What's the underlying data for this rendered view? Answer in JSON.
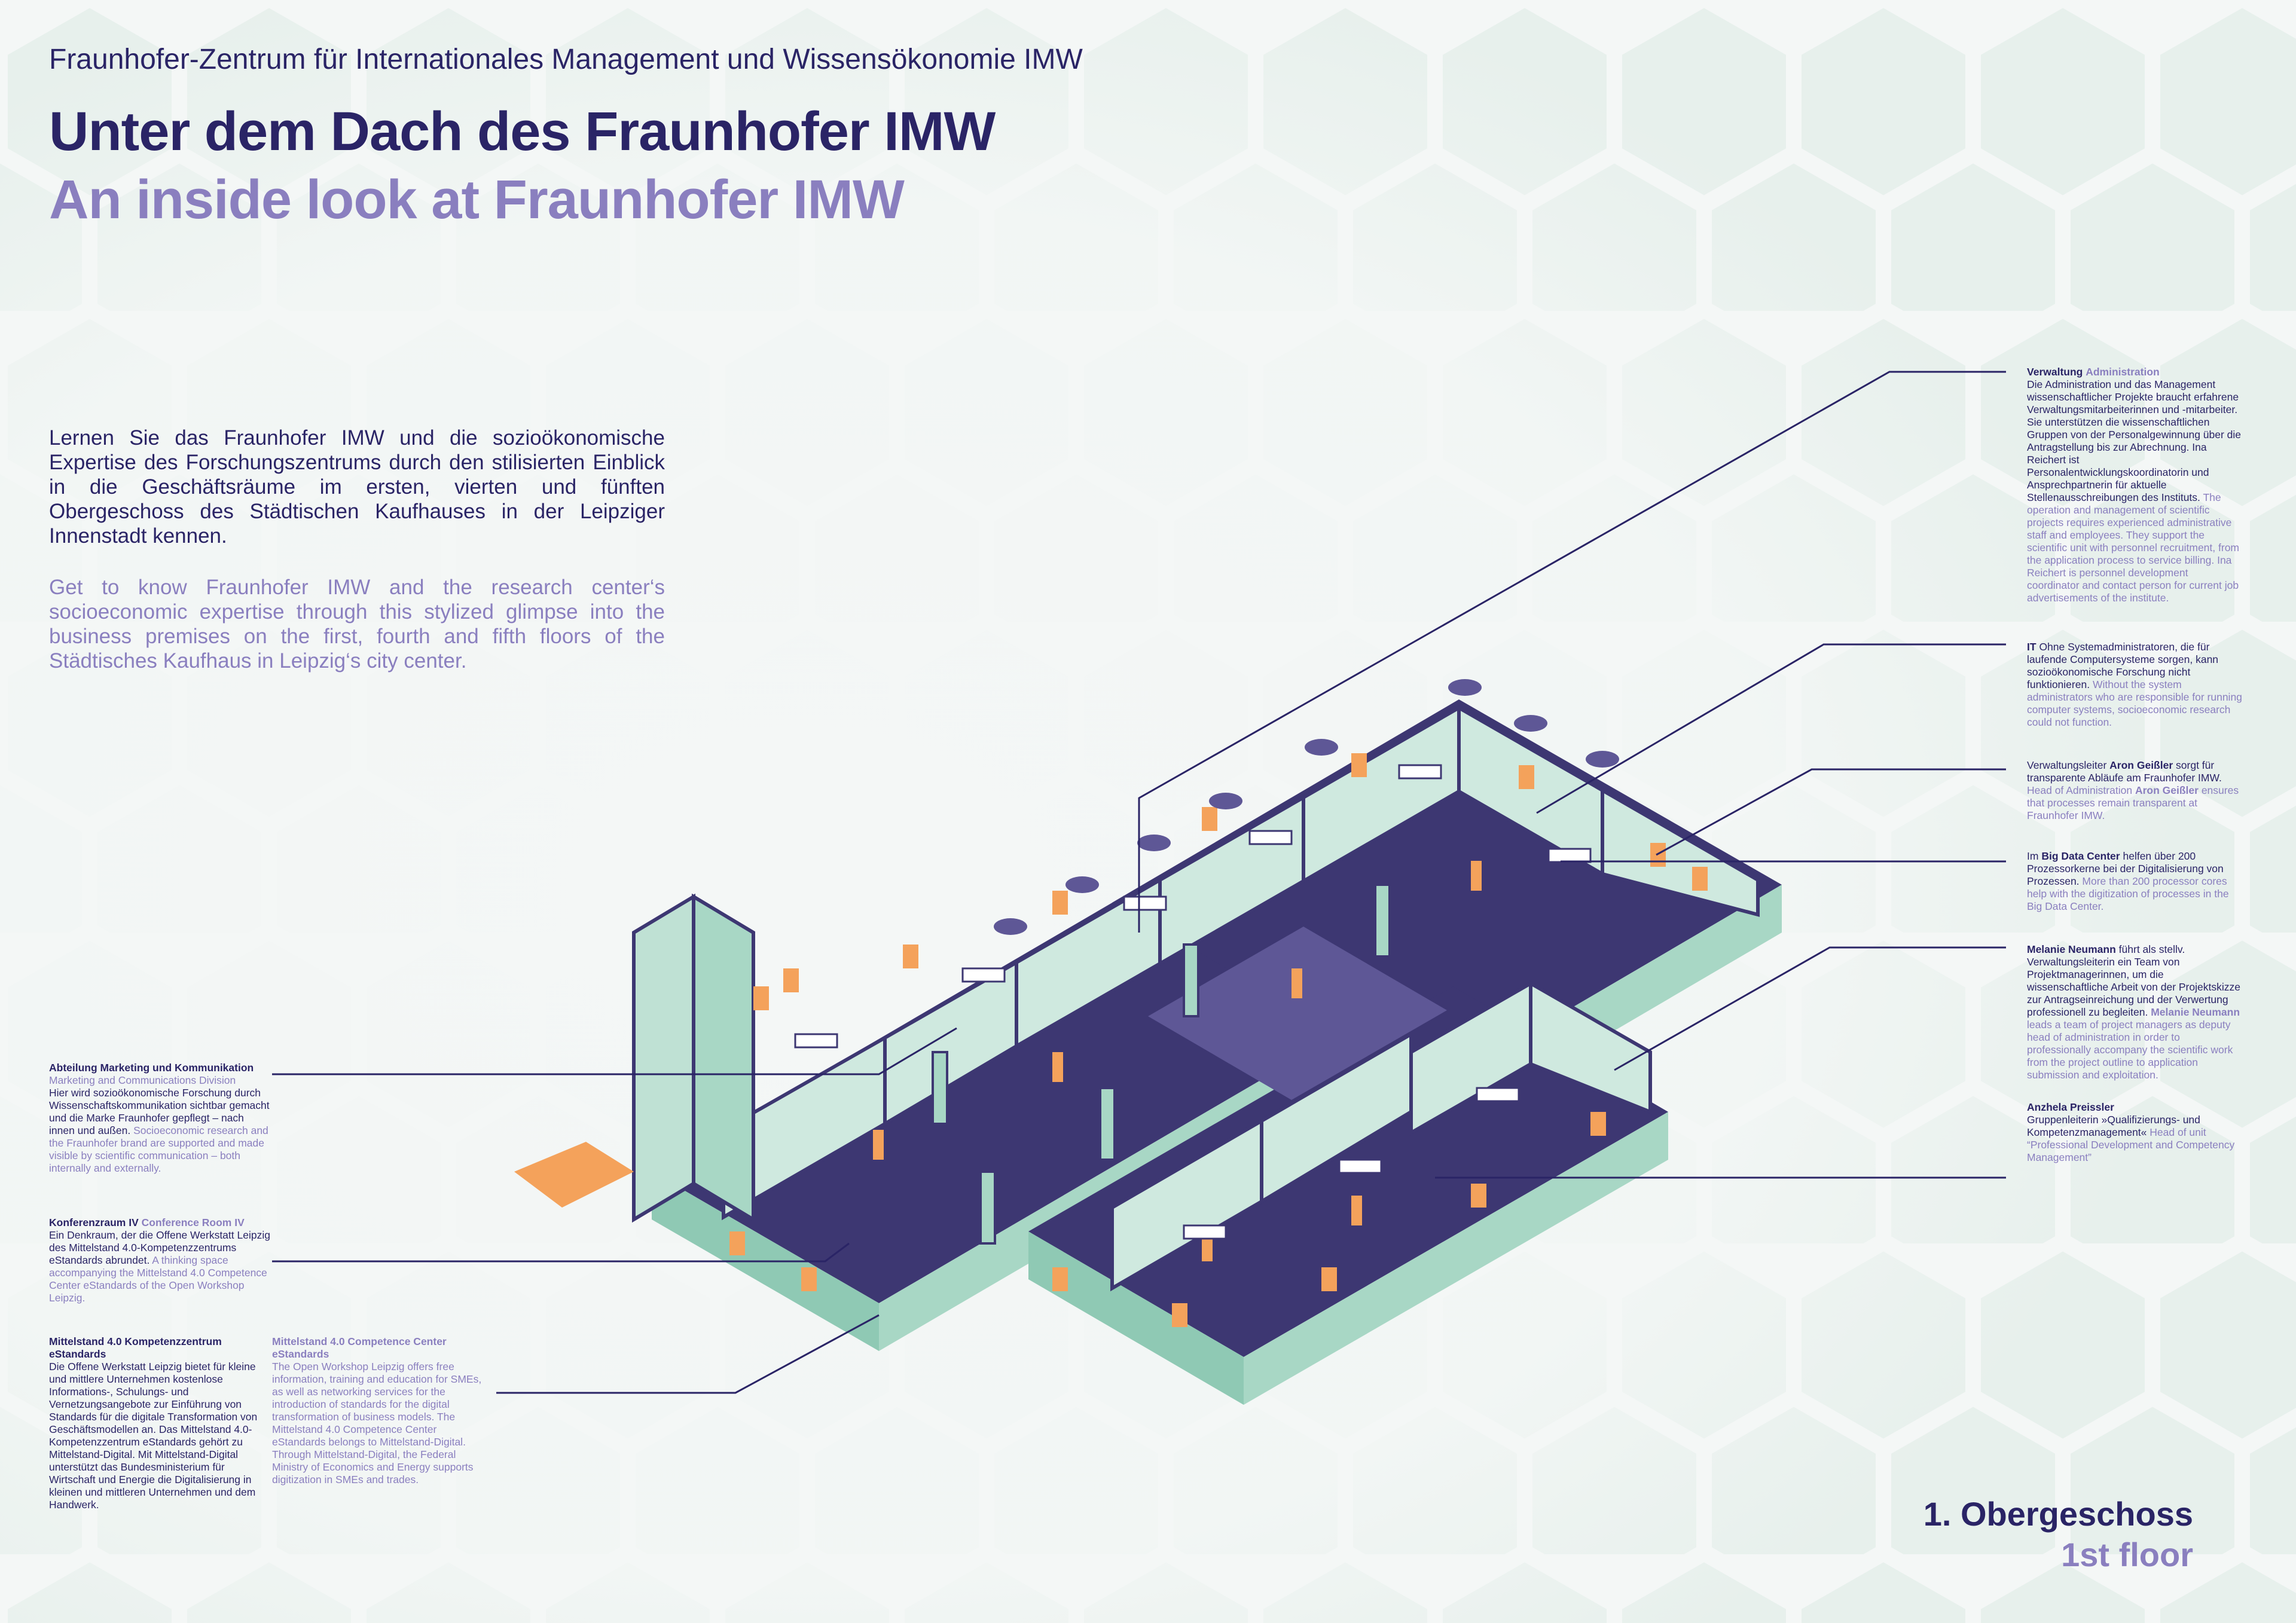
{
  "header": {
    "subtitle": "Fraunhofer-Zentrum für Internationales Management und Wissensökonomie IMW",
    "title_de": "Unter dem Dach des Fraunhofer IMW",
    "title_en": "An inside look at Fraunhofer IMW"
  },
  "intro": {
    "de": "Lernen Sie das Fraunhofer IMW und die sozioökonomische Expertise des Forschungszentrums durch den stilisierten Einblick in die Geschäftsräume im ersten, vierten und fünften Obergeschoss des Städtischen Kaufhauses in der Leipziger Innenstadt kennen.",
    "en": "Get to know Fraunhofer IMW and the research center‘s socioeconomic expertise through this stylized glimpse into the business premises on the first, fourth and fifth floors of the Städtisches Kaufhaus in Leipzig‘s city center."
  },
  "callouts": {
    "verwaltung": {
      "title": "Verwaltung",
      "title_en": "Administration",
      "de": "Die Administration und das Management wissenschaftlicher Projekte braucht erfahrene Verwaltungsmitarbeiterinnen und -mitarbeiter. Sie unterstützen die wissenschaftlichen Gruppen von der Personalgewinnung über die Antragstellung bis zur Abrechnung. Ina Reichert ist Personalentwicklungskoordinatorin und Ansprechpartnerin für aktuelle Stellenausschreibungen des Instituts.",
      "en": "The operation and management of scientific projects requires experienced administrative staff and employees. They support the scientific unit with personnel recruitment, from the application process to service billing. Ina Reichert is personnel development coordinator and contact person for current job advertisements of the institute."
    },
    "it": {
      "title": "IT",
      "de": "Ohne Systemadministratoren, die für laufende Computersysteme sorgen, kann sozioökonomische Forschung nicht funktionieren.",
      "en": "Without the system administrators who are responsible for running computer systems, socioeconomic research could not function."
    },
    "leiter": {
      "de_pre": "Verwaltungsleiter",
      "name": "Aron Geißler",
      "de_post": "sorgt für transparente Abläufe am Fraunhofer IMW.",
      "en_pre": "Head of Administration",
      "en_post": "ensures that processes remain transparent at Fraunhofer IMW."
    },
    "bigdata": {
      "de_pre": "Im",
      "name": "Big Data Center",
      "de_post": "helfen über 200 Prozessorkerne bei der Digitalisierung von Prozessen.",
      "en": "More than 200 processor cores help with the digitization of processes in the Big Data Center."
    },
    "neumann": {
      "name": "Melanie Neumann",
      "de": "führt als stellv. Verwaltungsleiterin ein Team von Projektmanagerinnen, um die wissenschaftliche Arbeit von der Projektskizze zur Antragseinreichung und der Verwertung professionell zu begleiten.",
      "en": "leads a team of project managers as deputy head of administration in order to professionally accompany the scientific work from the project outline to application submission and exploitation."
    },
    "preissler": {
      "name": "Anzhela Preissler",
      "de": "Gruppenleiterin »Qualifizierungs- und Kompetenzmanagement«",
      "en": "Head of unit “Professional Development and Competency Management”"
    },
    "marketing": {
      "title": "Abteilung Marketing und Kommunikation",
      "title_en": "Marketing and Communications Division",
      "de": "Hier wird sozioökonomische Forschung durch Wissenschaftskommunikation sichtbar gemacht und die Marke Fraunhofer gepflegt – nach innen und außen.",
      "en": "Socioeconomic research and the Fraunhofer brand are supported and made visible by scientific communication – both internally and externally."
    },
    "konferenz": {
      "title": "Konferenzraum IV",
      "title_en": "Conference Room IV",
      "de": "Ein Denkraum, der die Offene Werkstatt Leipzig des Mittelstand 4.0-Kompetenzzentrums eStandards abrundet.",
      "en": "A thinking space accompanying the Mittelstand 4.0 Competence Center eStandards of the Open Workshop Leipzig."
    },
    "mittelstand": {
      "title": "Mittelstand 4.0 Kompetenzzentrum eStandards",
      "de": "Die Offene Werkstatt Leipzig bietet für kleine und mittlere Unternehmen kostenlose Informations-, Schulungs- und Vernetzungsangebote zur Einführung von Standards für die digitale Transformation von Geschäftsmodellen an. Das Mittelstand 4.0-Kompetenzzentrum eStandards gehört zu Mittelstand-Digital. Mit Mittelstand-Digital unterstützt das Bundesministerium für Wirtschaft und Energie die Digitalisierung in kleinen und mittleren Unternehmen und dem Handwerk.",
      "title_en": "Mittelstand 4.0 Competence Center eStandards",
      "en": "The Open Workshop Leipzig offers free information, training and education for SMEs, as well as networking services for the introduction of standards for the digital transformation of business models. The Mittelstand 4.0 Competence Center eStandards belongs to Mittelstand-Digital. Through Mittelstand-Digital, the Federal Ministry of Economics and Energy supports digitization in SMEs and trades."
    }
  },
  "floor": {
    "de": "1. Obergeschoss",
    "en": "1st floor"
  },
  "colors": {
    "navy": "#2a2466",
    "lavender": "#8a7fbf",
    "wall_green": "#b9ddcf",
    "floor_purple": "#4e4784",
    "accent_orange": "#f4a25b"
  }
}
